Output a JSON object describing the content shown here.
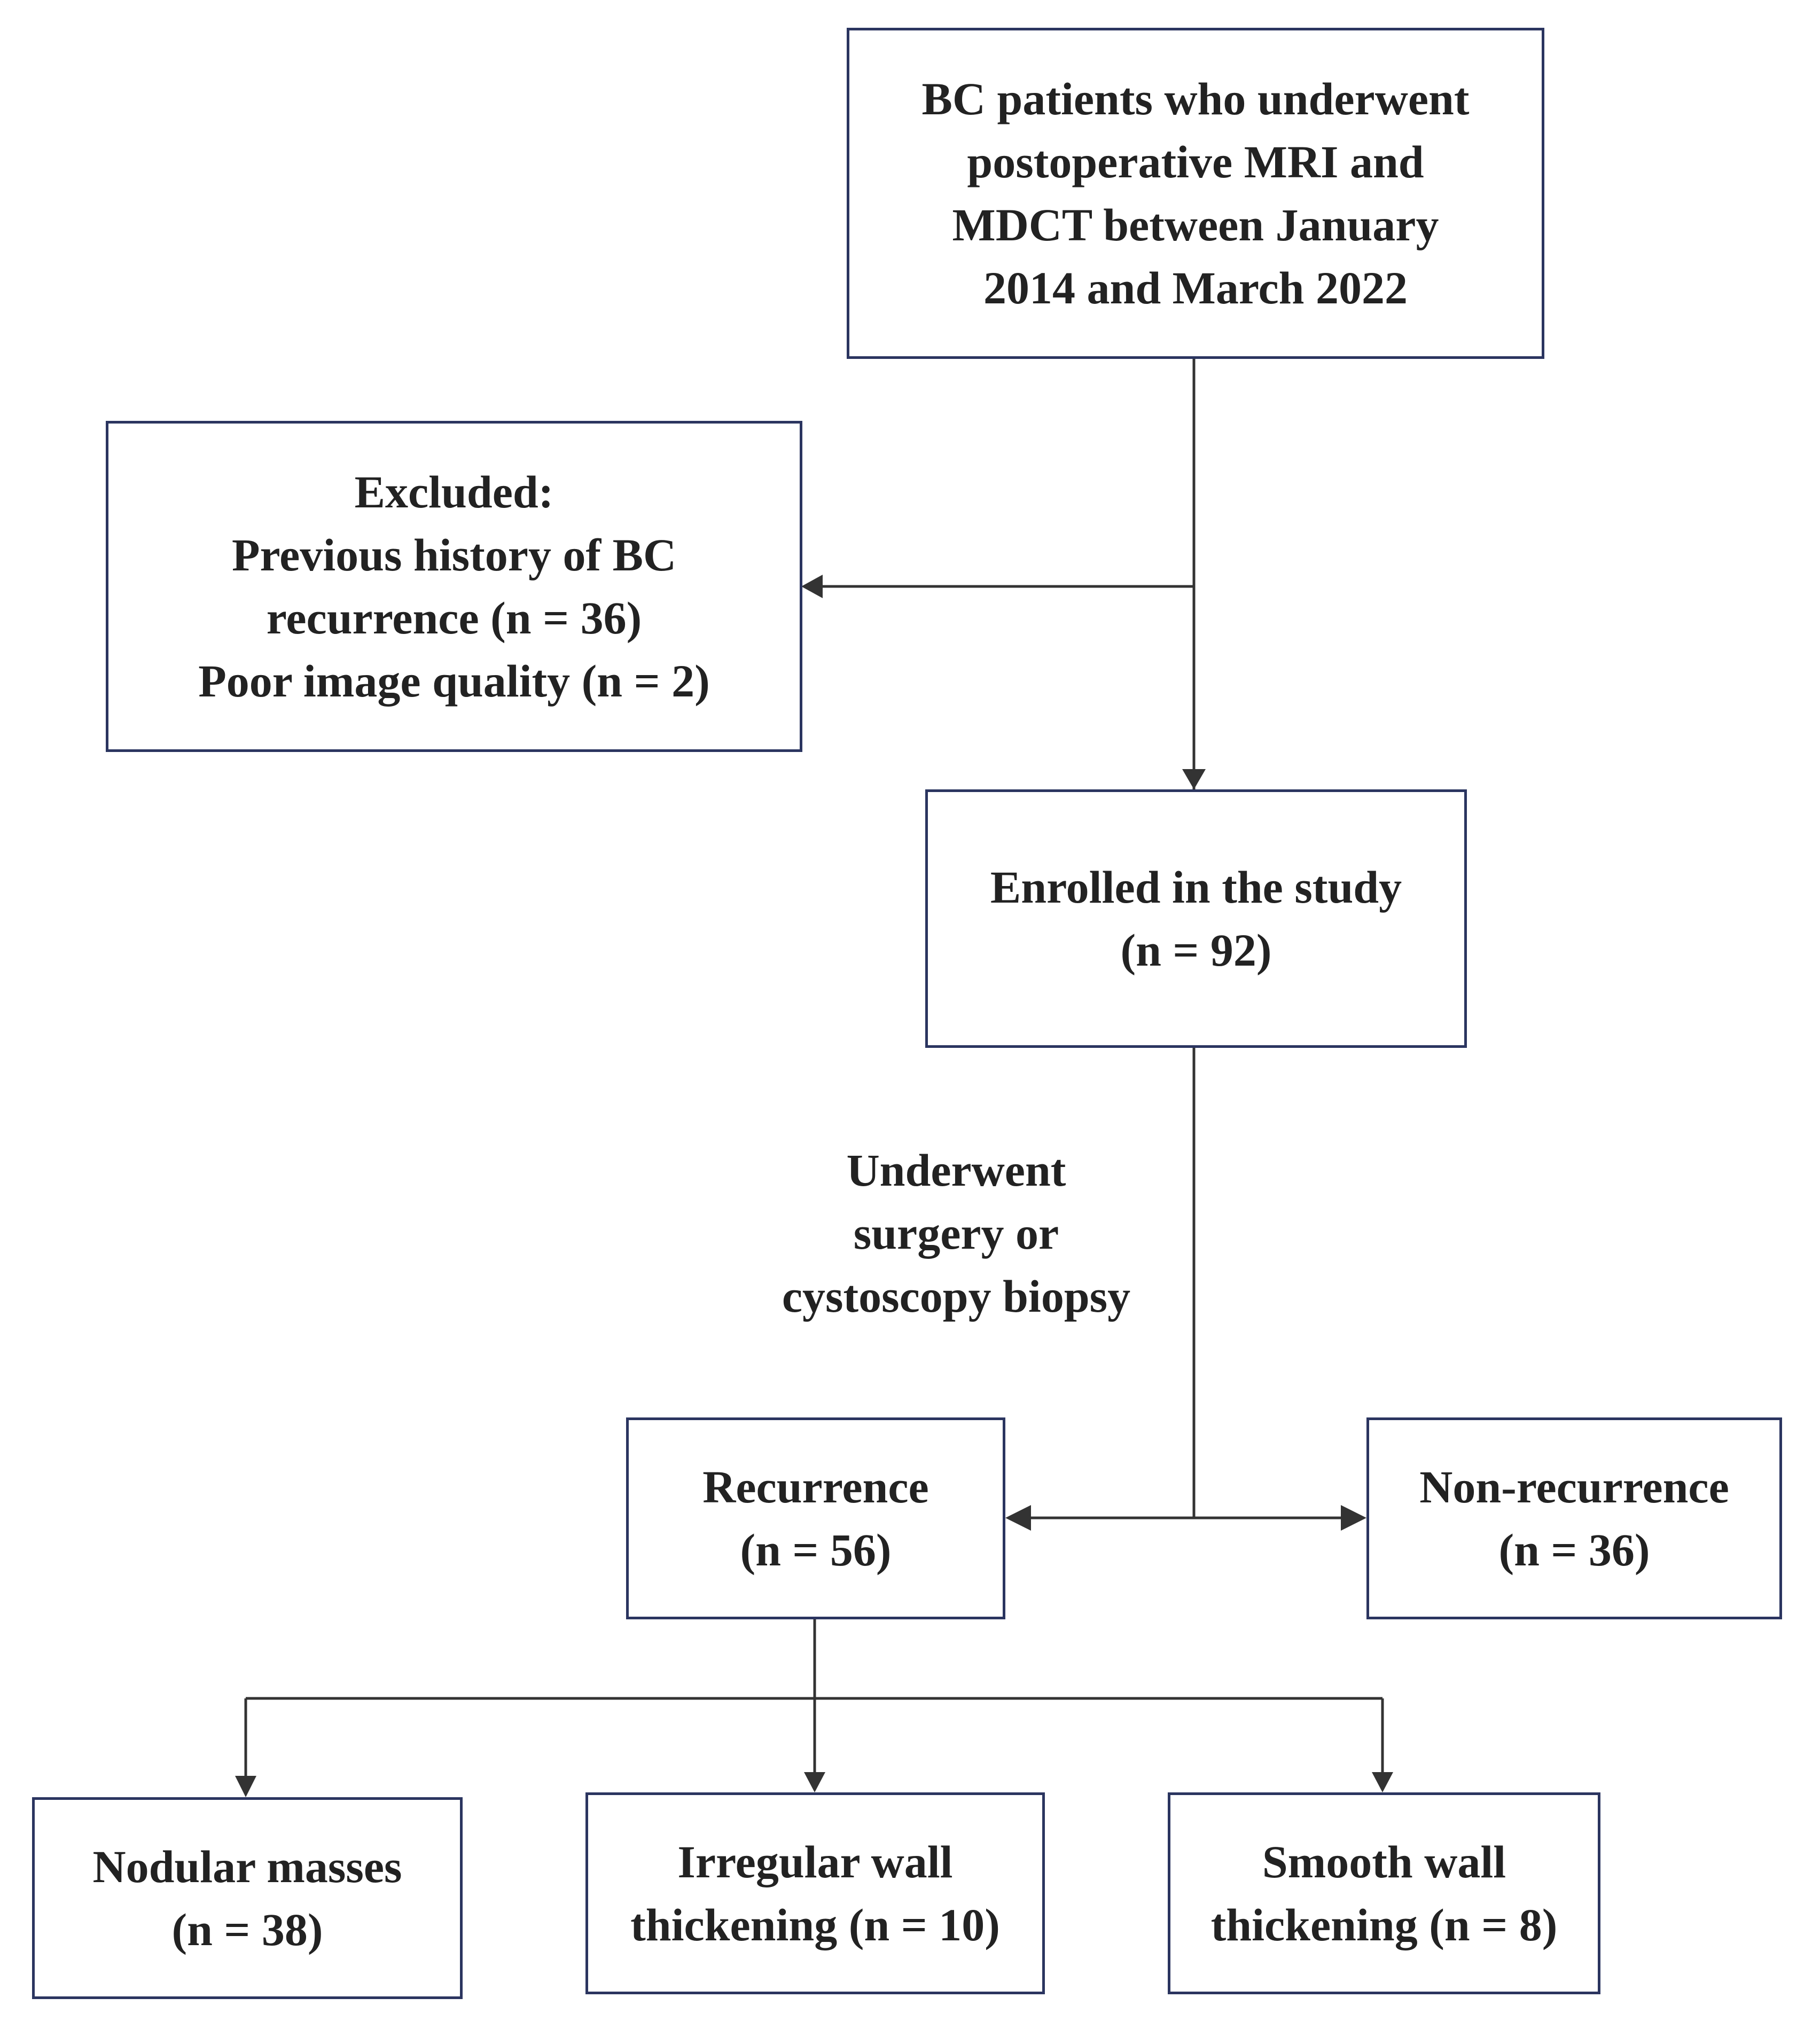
{
  "boxes": {
    "start": [
      "BC patients who underwent",
      "postoperative MRI and",
      "MDCT between January",
      "2014 and March 2022"
    ],
    "excluded": [
      "Excluded:",
      "Previous history of BC",
      "recurrence  (n = 36)",
      "Poor image quality (n = 2)"
    ],
    "enrolled": [
      "Enrolled in the study",
      "(n = 92)"
    ],
    "recurrence": [
      "Recurrence",
      "(n = 56)"
    ],
    "non_recurrence": [
      "Non-recurrence",
      "(n = 36)"
    ],
    "nodular": [
      "Nodular masses",
      "(n = 38)"
    ],
    "irregular": [
      "Irregular wall",
      "thickening (n = 10)"
    ],
    "smooth": [
      "Smooth wall",
      "thickening (n = 8)"
    ]
  },
  "edge_label": [
    "Underwent",
    "surgery or",
    "cystoscopy biopsy"
  ],
  "colors": {
    "border": "#2b3560",
    "line": "#333333",
    "text": "#222222"
  }
}
